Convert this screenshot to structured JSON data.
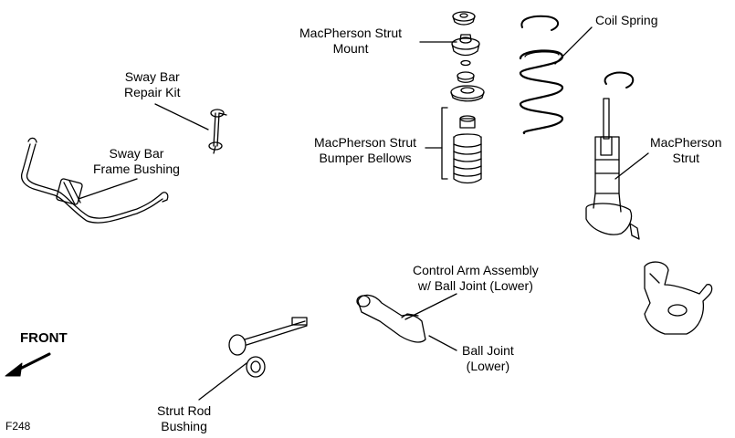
{
  "labels": {
    "sway_bar_repair_kit": [
      "Sway Bar",
      "Repair Kit"
    ],
    "sway_bar_frame_bushing": [
      "Sway Bar",
      "Frame Bushing"
    ],
    "strut_mount": [
      "MacPherson Strut",
      "Mount"
    ],
    "bumper_bellows": [
      "MacPherson Strut",
      "Bumper Bellows"
    ],
    "coil_spring": "Coil Spring",
    "macpherson_strut": [
      "MacPherson",
      "Strut"
    ],
    "control_arm": [
      "Control Arm Assembly",
      "w/ Ball Joint (Lower)"
    ],
    "ball_joint": [
      "Ball Joint",
      "(Lower)"
    ],
    "strut_rod_bushing": [
      "Strut Rod",
      "Bushing"
    ],
    "front": "FRONT",
    "figure_code": "F248"
  },
  "colors": {
    "line": "#000000",
    "background": "#ffffff"
  }
}
